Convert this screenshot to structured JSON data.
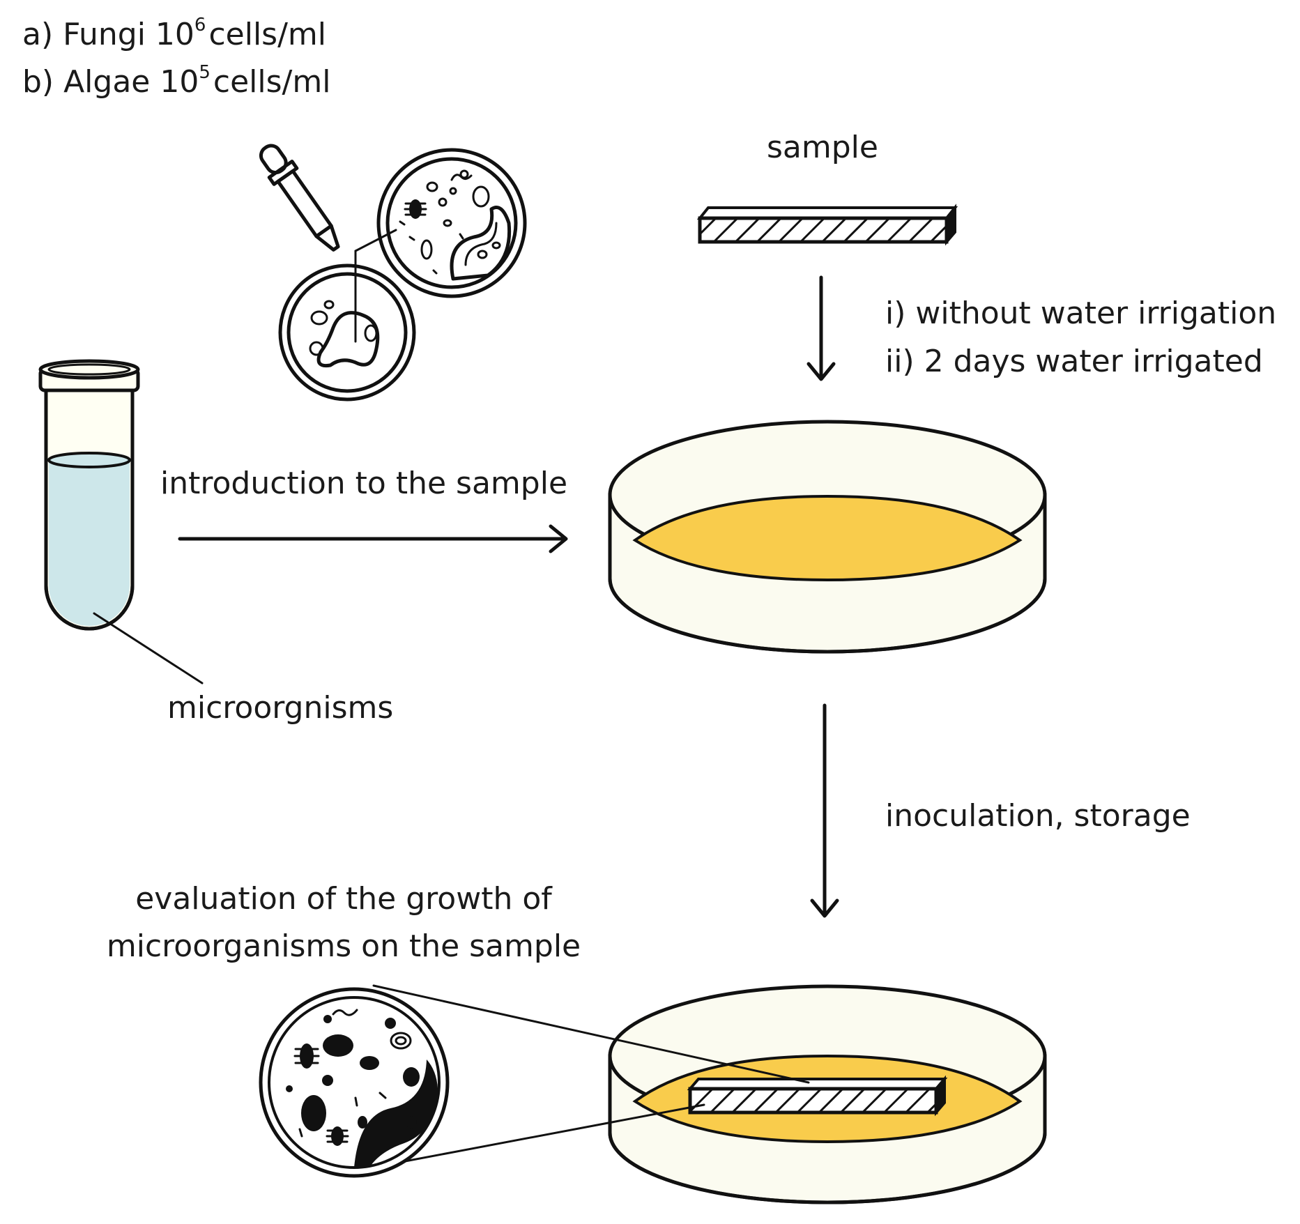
{
  "concentrations": [
    {
      "prefix": "a) Fungi 10",
      "exponent": "6",
      "suffix": "cells/ml"
    },
    {
      "prefix": "b) Algae 10",
      "exponent": "5",
      "suffix": "cells/ml"
    }
  ],
  "labels": {
    "sample": "sample",
    "condition_1": "i) without water irrigation",
    "condition_2": "ii) 2 days water irrigated",
    "introduction": "introduction to the sample",
    "microorganisms": "microorgnisms",
    "inoculation": "inoculation, storage",
    "evaluation_line1": "evaluation of the growth of",
    "evaluation_line2": "microorganisms on the sample"
  },
  "colors": {
    "agar": "#F9CC4C",
    "dish": "#FBFBF0",
    "liquid": "#CDE7EA",
    "ink": "#111111"
  },
  "icons": [
    "dropper-icon",
    "culture-dish-icon",
    "microbe-magnifier-icon",
    "test-tube-icon",
    "petri-dish-icon",
    "hatched-sample-icon"
  ]
}
